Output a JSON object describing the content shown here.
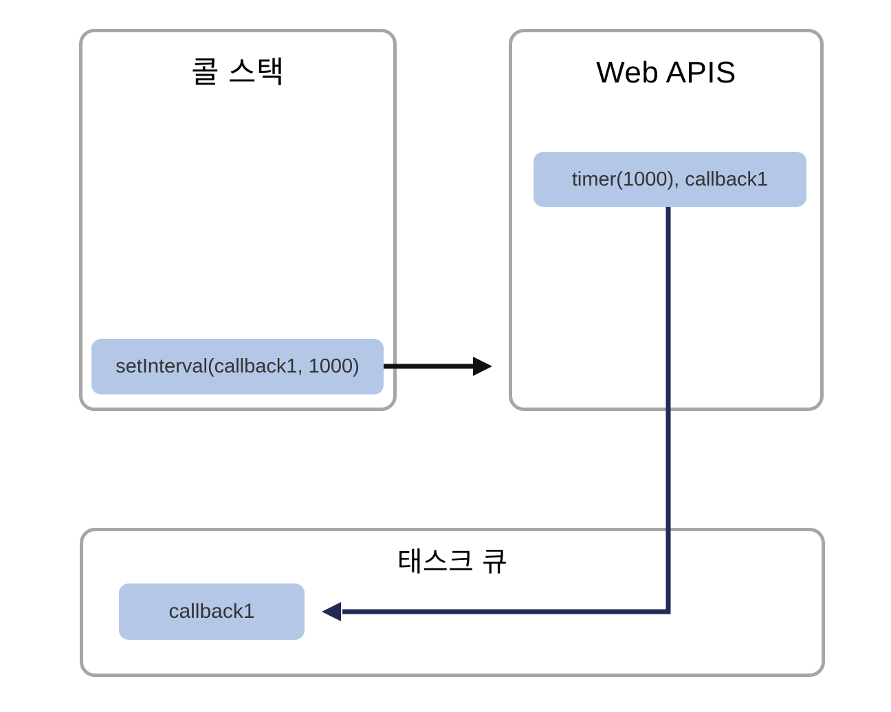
{
  "colors": {
    "frame_border": "#a6a6a6",
    "chip_fill": "#b4c7e7",
    "chip_text": "#333333",
    "title_text": "#000000",
    "arrow_black": "#111111",
    "arrow_navy": "#222a54"
  },
  "diagram": {
    "call_stack": {
      "title": "콜 스택",
      "item": "setInterval(callback1, 1000)"
    },
    "web_apis": {
      "title": "Web APIS",
      "item": "timer(1000), callback1"
    },
    "task_queue": {
      "title": "태스크 큐",
      "item": "callback1"
    },
    "arrows": [
      {
        "name": "setinterval-to-webapis",
        "from": "setInterval(callback1, 1000)",
        "to": "Web APIS",
        "direction": "right"
      },
      {
        "name": "timer-to-task-queue",
        "from": "timer(1000), callback1",
        "to": "callback1",
        "direction": "down-then-left"
      }
    ]
  }
}
